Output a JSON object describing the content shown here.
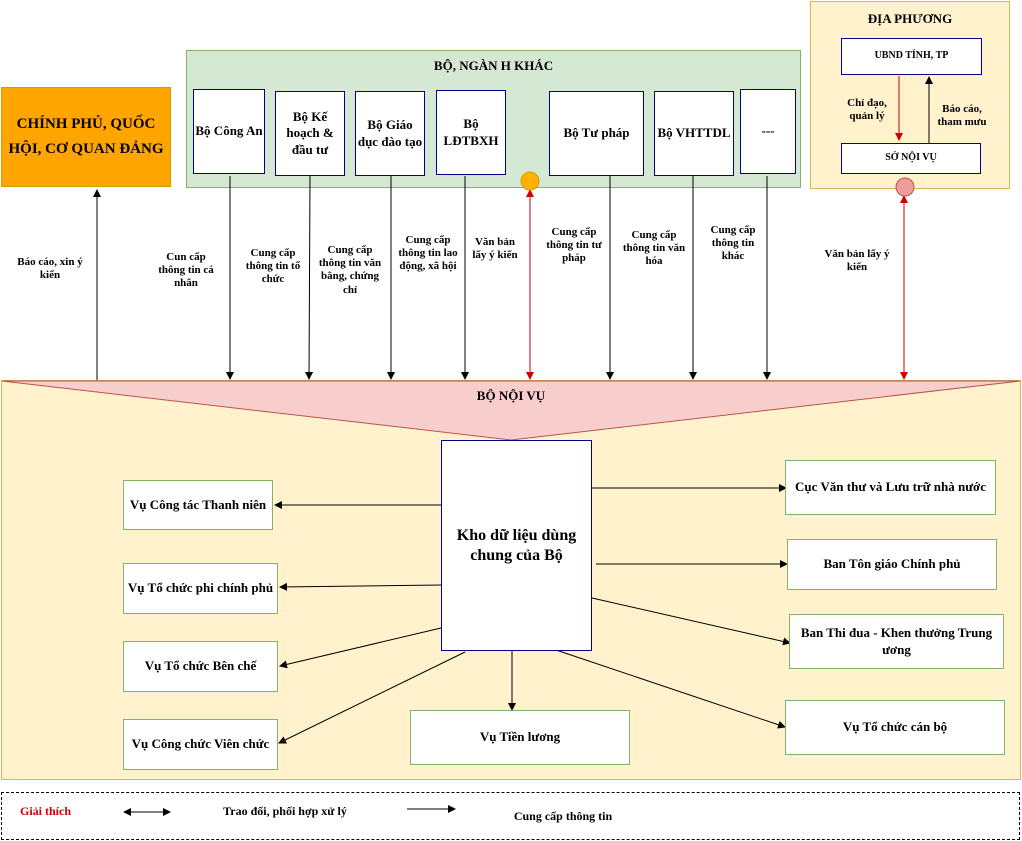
{
  "chinh_phu": "CHÍNH PHỦ, QUỐC HỘI, CƠ QUAN ĐẢNG",
  "bo_nganh": {
    "title": "BỘ, NGÀN H KHÁC",
    "items": [
      "Bộ Công An",
      "Bộ Kế hoạch & đầu tư",
      "Bộ Giáo dục đào tạo",
      "Bộ LĐTBXH",
      "Bộ Tư pháp",
      "Bộ VHTTDL",
      "---"
    ]
  },
  "dia_phuong": {
    "title": "ĐỊA PHƯƠNG",
    "ubnd": "UBND TỈNH, TP",
    "so_noi_vu": "SỞ NỘI VỤ",
    "chi_dao": "Chỉ đạo, quản lý",
    "bao_cao": "Báo cáo, tham mưu"
  },
  "flow_labels": {
    "bao_cao_xin_y_kien": "Báo cáo, xin ý kiến",
    "cong_an": "Cun cấp thông tin cá nhân",
    "ke_hoach": "Cung cấp thông tin tổ chức",
    "giao_duc": "Cung cấp thông tin văn bằng, chứng chỉ",
    "ldtbxh": "Cung cấp thông tin lao động, xã hội",
    "van_ban_1": "Văn bản lấy ý kiến",
    "tu_phap": "Cung cấp thông tin tư pháp",
    "vhttdl": "Cung cấp thông tin văn hóa",
    "khac": "Cung cấp thông tin khác",
    "van_ban_2": "Văn bản lấy ý kiến"
  },
  "bo_noi_vu": {
    "title": "BỘ NỘI VỤ",
    "kho": "Kho dữ liệu dùng chung của Bộ",
    "left": [
      "Vụ Công tác Thanh niên",
      "Vụ Tổ chức phi chính phủ",
      "Vụ Tổ chức Bên chế",
      "Vụ Công chức Viên chức"
    ],
    "bottom": "Vụ Tiền lương",
    "right": [
      "Cục Văn thư và Lưu trữ nhà nước",
      "Ban Tôn giáo Chính phủ",
      "Ban Thi đua - Khen thưởng Trung ương",
      "Vụ Tổ chức cán bộ"
    ]
  },
  "legend": {
    "title": "Giải thích",
    "two_way": "Trao đổi, phối hợp xử lý",
    "one_way": "Cung cấp thông tin"
  },
  "colors": {
    "orange_fill": "#ffa500",
    "green_fill": "#d5e8d4",
    "cream_fill": "#fff2cc",
    "pink_fill": "#f8cecc",
    "red_arrow": "#cc0000",
    "legend_red": "#cc0000"
  }
}
